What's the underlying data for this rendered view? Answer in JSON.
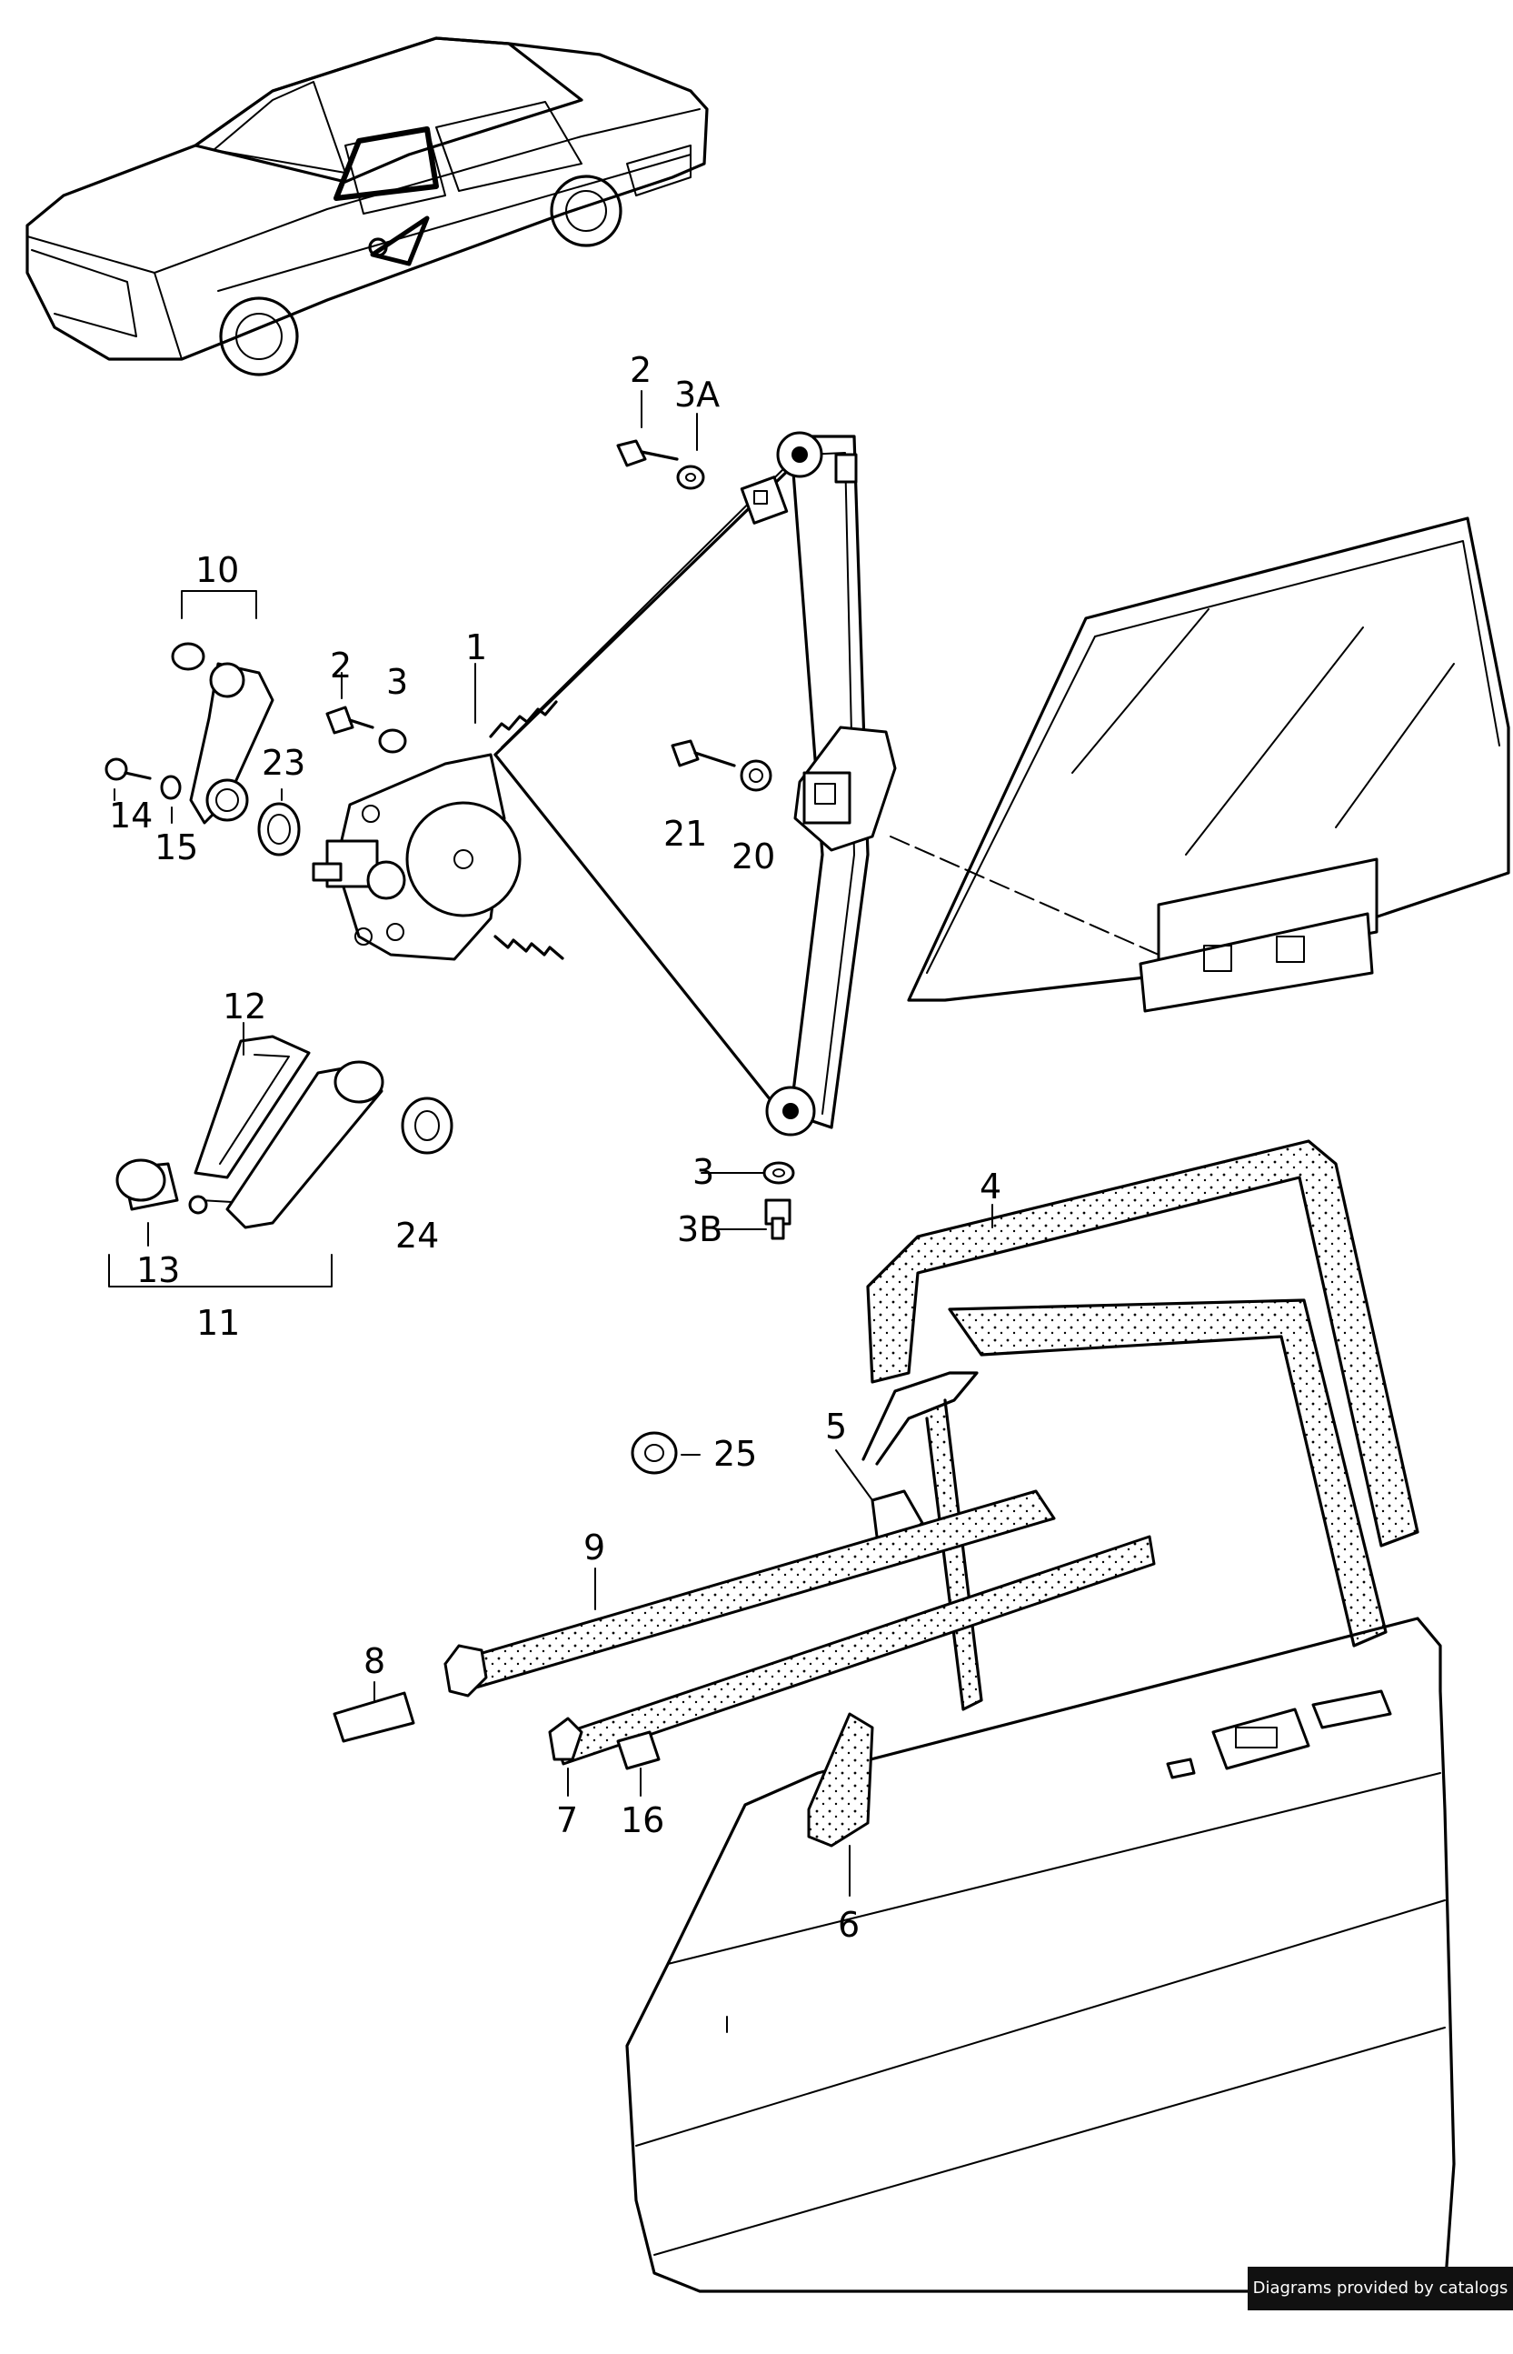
{
  "callouts": {
    "c1": "1",
    "c2a": "2",
    "c2b": "2",
    "c3a": "3",
    "c3b": "3",
    "c3A": "3A",
    "c3B": "3B",
    "c4": "4",
    "c5": "5",
    "c6": "6",
    "c7": "7",
    "c8": "8",
    "c9": "9",
    "c10": "10",
    "c11": "11",
    "c12": "12",
    "c13": "13",
    "c14": "14",
    "c15": "15",
    "c16": "16",
    "c20": "20",
    "c21": "21",
    "c23": "23",
    "c24": "24",
    "c25": "25"
  },
  "credit": "Diagrams provided by catalogs parts",
  "colors": {
    "line": "#000000",
    "background": "#ffffff",
    "credit_bg": "#111111"
  }
}
